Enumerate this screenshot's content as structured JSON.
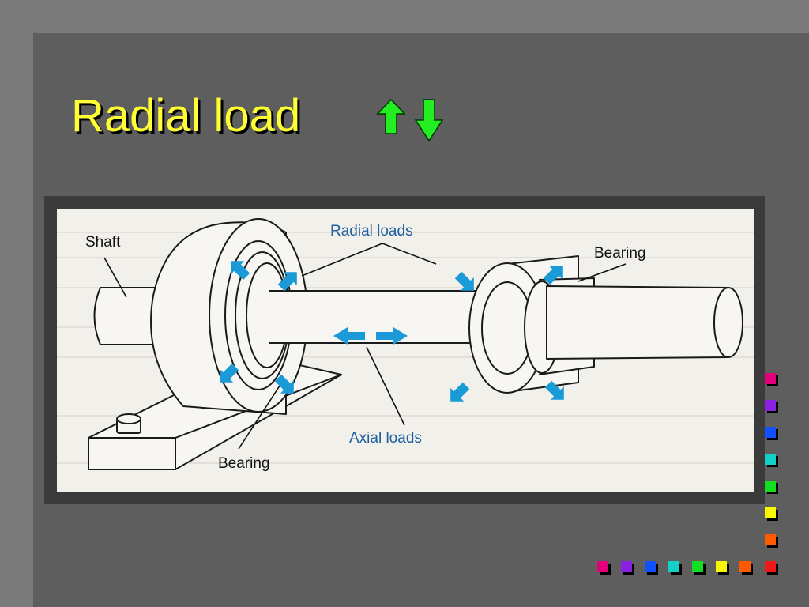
{
  "slide": {
    "title": "Radial load",
    "nav": {
      "up_icon": "up-arrow-icon",
      "down_icon": "down-arrow-icon",
      "color": "#22ee22"
    }
  },
  "figure": {
    "labels": {
      "shaft": "Shaft",
      "radial_loads": "Radial loads",
      "bearing_right": "Bearing",
      "bearing_left": "Bearing",
      "axial_loads": "Axial loads"
    },
    "arrow_color": "#1a9ad6"
  },
  "decor": {
    "squares": [
      "#e0007a",
      "#8a20e0",
      "#1050ff",
      "#10d0c8",
      "#10e020",
      "#f8f800",
      "#ff5a00",
      "#f01818"
    ]
  }
}
